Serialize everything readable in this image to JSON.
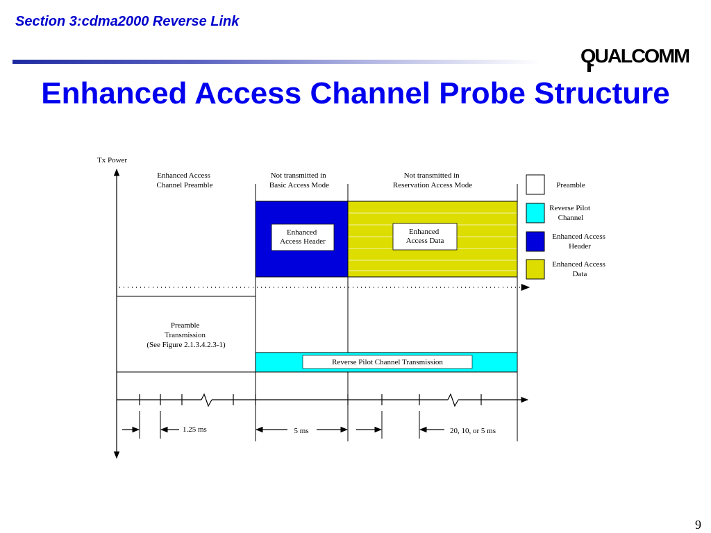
{
  "header": {
    "section_title": "Section 3:cdma2000 Reverse Link",
    "logo_text": "QUALCOMM"
  },
  "title": "Enhanced Access Channel Probe Structure",
  "page_number": "9",
  "diagram": {
    "y_axis_label": "Tx Power",
    "column_headers": {
      "preamble": [
        "Enhanced Access",
        "Channel Preamble"
      ],
      "basic": [
        "Not transmitted in",
        "Basic Access Mode"
      ],
      "reservation": [
        "Not transmitted in",
        "Reservation Access Mode"
      ]
    },
    "blocks": {
      "header": [
        "Enhanced",
        "Access Header"
      ],
      "data": [
        "Enhanced",
        "Access Data"
      ],
      "preamble_tx": [
        "Preamble",
        "Transmission",
        "(See Figure 2.1.3.4.2.3-1)"
      ],
      "pilot_tx": "Reverse Pilot Channel Transmission"
    },
    "legend": [
      {
        "label": [
          "Preamble"
        ],
        "color": "#ffffff"
      },
      {
        "label": [
          "Reverse Pilot",
          "Channel"
        ],
        "color": "#00ffff"
      },
      {
        "label": [
          "Enhanced Access",
          "Header"
        ],
        "color": "#0000dd"
      },
      {
        "label": [
          "Enhanced Access",
          "Data"
        ],
        "color": "#dddd00"
      }
    ],
    "timing": {
      "t1": "1.25 ms",
      "t2": "5 ms",
      "t3": "20, 10, or 5 ms"
    }
  }
}
